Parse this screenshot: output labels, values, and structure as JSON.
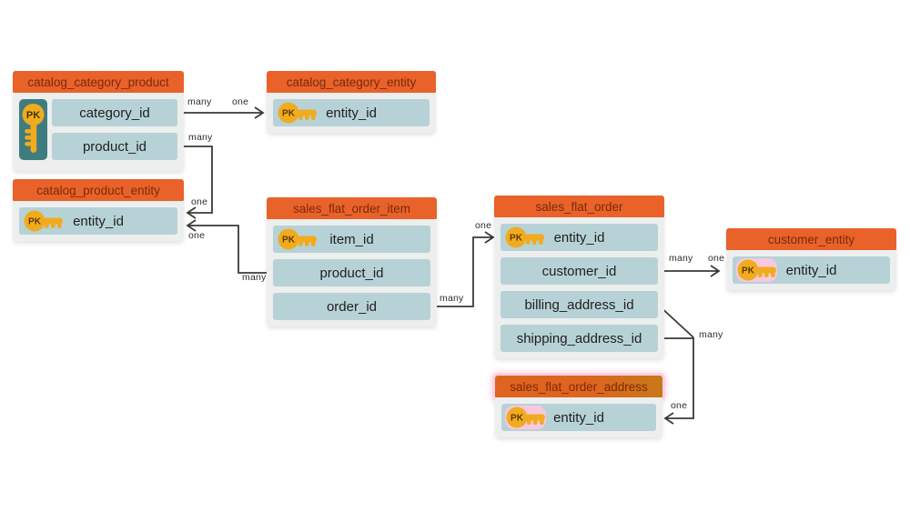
{
  "pk_label": "PK",
  "tables": [
    {
      "title": "catalog_category_product",
      "fields": [
        {
          "name": "category_id",
          "pk": true
        },
        {
          "name": "product_id",
          "pk": true
        }
      ],
      "pk_style": "vertical-span"
    },
    {
      "title": "catalog_category_entity",
      "fields": [
        {
          "name": "entity_id",
          "pk": true
        }
      ]
    },
    {
      "title": "catalog_product_entity",
      "fields": [
        {
          "name": "entity_id",
          "pk": true
        }
      ]
    },
    {
      "title": "sales_flat_order_item",
      "fields": [
        {
          "name": "item_id",
          "pk": true
        },
        {
          "name": "product_id"
        },
        {
          "name": "order_id"
        }
      ]
    },
    {
      "title": "sales_flat_order",
      "fields": [
        {
          "name": "entity_id",
          "pk": true
        },
        {
          "name": "customer_id"
        },
        {
          "name": "billing_address_id"
        },
        {
          "name": "shipping_address_id"
        }
      ]
    },
    {
      "title": "customer_entity",
      "highlighted_key": true,
      "fields": [
        {
          "name": "entity_id",
          "pk": true
        }
      ]
    },
    {
      "title": "sales_flat_order_address",
      "highlighted": true,
      "highlighted_key": true,
      "fields": [
        {
          "name": "entity_id",
          "pk": true
        }
      ]
    }
  ],
  "relationships": [
    {
      "from": "catalog_category_product.category_id",
      "to": "catalog_category_entity.entity_id",
      "from_label": "many",
      "to_label": "one"
    },
    {
      "from": "catalog_category_product.product_id",
      "to": "catalog_product_entity.entity_id",
      "from_label": "many",
      "to_label": "one"
    },
    {
      "from": "sales_flat_order_item.product_id",
      "to": "catalog_product_entity.entity_id",
      "from_label": "many",
      "to_label": "one"
    },
    {
      "from": "sales_flat_order_item.order_id",
      "to": "sales_flat_order.entity_id",
      "from_label": "many",
      "to_label": "one"
    },
    {
      "from": "sales_flat_order.customer_id",
      "to": "customer_entity.entity_id",
      "from_label": "many",
      "to_label": "one"
    },
    {
      "from": "sales_flat_order.billing_address_id + sales_flat_order.shipping_address_id",
      "to": "sales_flat_order_address.entity_id",
      "from_label": "many",
      "to_label": "one"
    }
  ],
  "colors": {
    "header_orange": "#E8622A",
    "header_text": "#7D2A0A",
    "row_blue": "#B7D2D6",
    "body_gray": "#EDEEEE",
    "key_gold": "#F1AB1E",
    "key_badge_teal": "#3E7C80",
    "line_gray": "#3A3A3A",
    "highlight_pink": "#FBD2E5",
    "background": "#FFFFFF"
  }
}
